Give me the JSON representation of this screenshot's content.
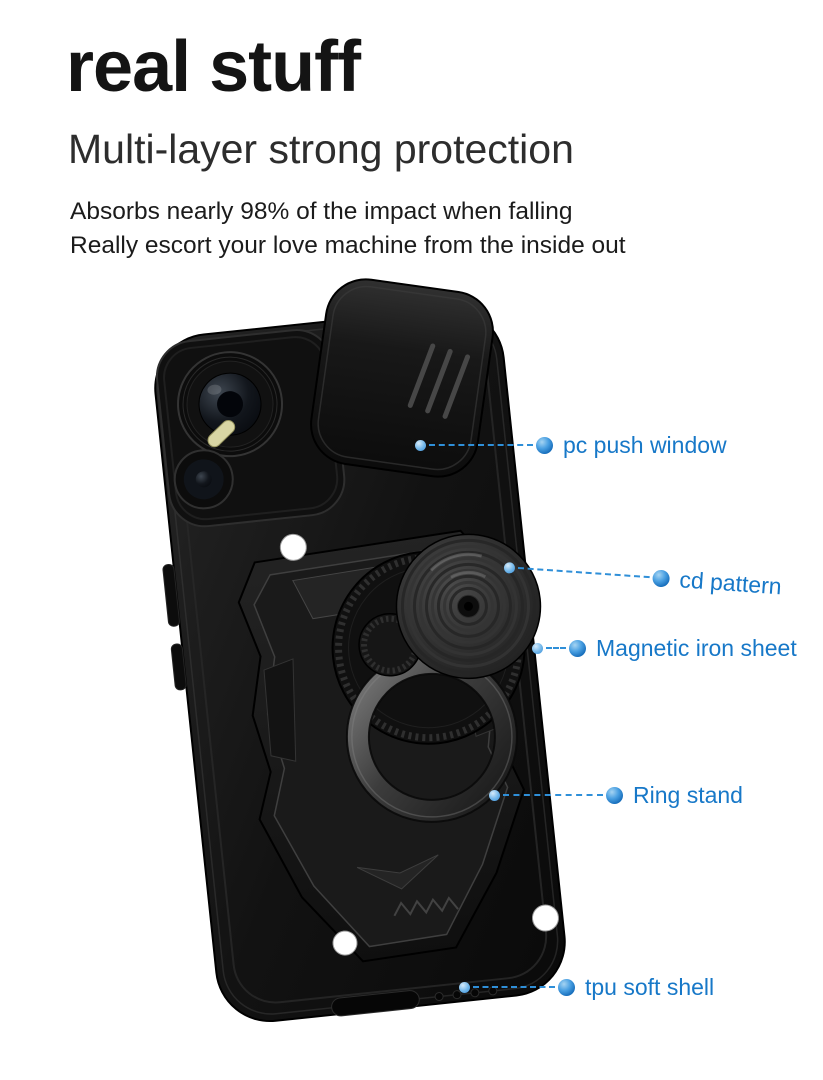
{
  "header": {
    "title": "real stuff",
    "subtitle": "Multi-layer strong protection",
    "description": [
      "Absorbs nearly 98% of the impact when falling",
      "Really escort your love machine from the inside out"
    ]
  },
  "callouts": [
    {
      "label": "pc push window"
    },
    {
      "label": "cd pattern"
    },
    {
      "label": "Magnetic iron sheet"
    },
    {
      "label": "Ring stand"
    },
    {
      "label": "tpu soft shell"
    }
  ],
  "colors": {
    "accent_blue": "#1778c8",
    "case_black": "#121212",
    "flash_yellow": "#d9d6a4",
    "background": "#ffffff"
  }
}
